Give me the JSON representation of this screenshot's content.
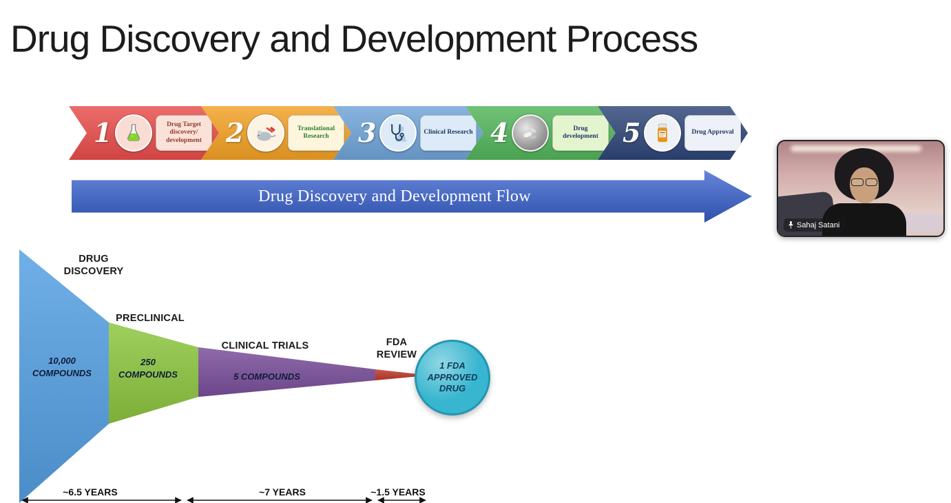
{
  "slide": {
    "title": "Drug Discovery and Development Process"
  },
  "process": {
    "steps": [
      {
        "number": "1",
        "label": "Drug Target discovery/ development",
        "icon": "flask-icon",
        "arrow_color": "#e84c4a",
        "box_bg": "#fbe2d9",
        "box_text": "#8f3a2a"
      },
      {
        "number": "2",
        "label": "Translational Research",
        "icon": "mouse-syringe-icon",
        "arrow_color": "#f2a024",
        "box_bg": "#fdf6dd",
        "box_text": "#2e7d32"
      },
      {
        "number": "3",
        "label": "Clinical Research",
        "icon": "stethoscope-icon",
        "arrow_color": "#6fa3d8",
        "box_bg": "#dcebf7",
        "box_text": "#1f3864"
      },
      {
        "number": "4",
        "label": "Drug development",
        "icon": "pills-photo-icon",
        "arrow_color": "#52b45a",
        "box_bg": "#e4f4cf",
        "box_text": "#1f3864"
      },
      {
        "number": "5",
        "label": "Drug Approval",
        "icon": "medicine-bottle-icon",
        "arrow_color": "#2d4577",
        "box_bg": "#eef1f8",
        "box_text": "#1f3864"
      }
    ]
  },
  "flow_arrow": {
    "label": "Drug Discovery and Development Flow",
    "color": "#3a63d0"
  },
  "webcam": {
    "name": "Sahaj Satani"
  },
  "funnel": {
    "stages": [
      {
        "name": "DRUG DISCOVERY",
        "value": "10,000 COMPOUNDS",
        "color": "#55a0e3"
      },
      {
        "name": "PRECLINICAL",
        "value": "250 COMPOUNDS",
        "color": "#8dc63f"
      },
      {
        "name": "CLINICAL TRIALS",
        "value": "5 COMPOUNDS",
        "color": "#7a4f9b"
      },
      {
        "name": "FDA REVIEW",
        "value": "",
        "color": "#c0392b"
      },
      {
        "name": "",
        "value": "1 FDA APPROVED DRUG",
        "color": "#38b6cf"
      }
    ],
    "timeline": [
      "~6.5 YEARS",
      "~7 YEARS",
      "~1.5 YEARS"
    ]
  }
}
